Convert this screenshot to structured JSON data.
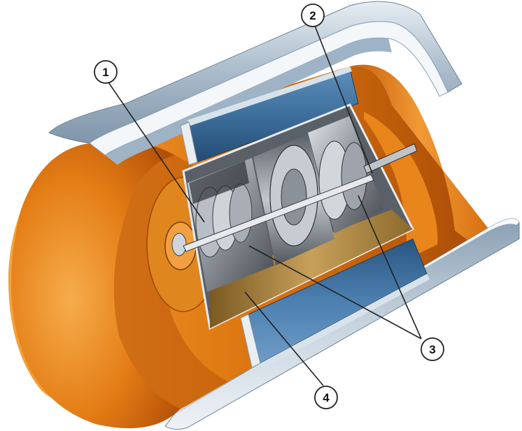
{
  "callouts": [
    {
      "label": "1"
    },
    {
      "label": "2"
    },
    {
      "label": "3"
    },
    {
      "label": "4"
    }
  ],
  "colors": {
    "orange": "#e07a12",
    "orange_dark": "#b55208",
    "orange_light": "#f5a640",
    "steel_blue": "#3d6f9c",
    "steel_blue_dark": "#244c74",
    "steel_light": "#c8d6e2",
    "metal_gray": "#8a9096",
    "metal_dark": "#3a3e44",
    "metal_light": "#d8dde2",
    "line": "#222222"
  }
}
